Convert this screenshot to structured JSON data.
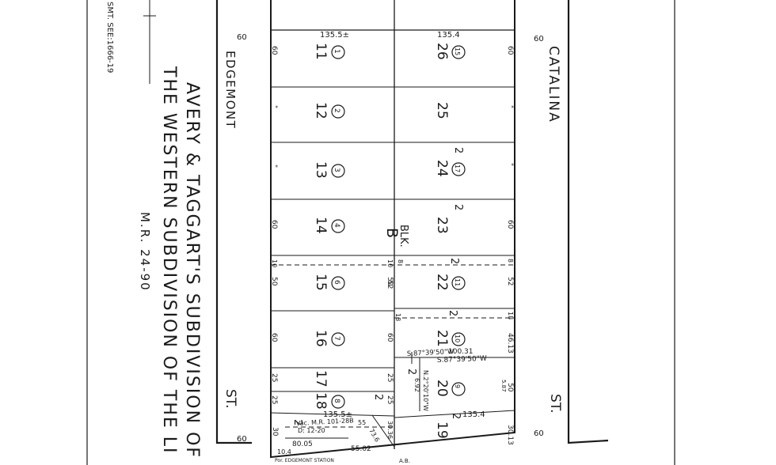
{
  "map": {
    "map_reference": "SMT. SEE:1666-19",
    "title_line_1": "AVERY & TAGGART'S SUBDIVISION OF",
    "title_line_2": "THE WESTERN SUBDIVISION OF THE LI",
    "tract_ref": "M.R. 24-90",
    "block_label": "BLK.",
    "block_letter": "B",
    "streets": {
      "edgemont": "EDGEMONT",
      "st_left": "ST.",
      "catalina": "CATALINA",
      "st_right": "ST."
    },
    "outer_frontage_left_top": "60",
    "outer_frontage_left_bottom": "60",
    "outer_frontage_right_top": "60",
    "outer_frontage_right_bottom": "60",
    "depth_left_top": "135.5±",
    "depth_right_top": "135.4",
    "depth_left_bottom": "135.5±",
    "depth_right_bottom": "135.4",
    "lots_left": [
      {
        "lot": "11",
        "parcel": "1",
        "front": "60",
        "rear": ""
      },
      {
        "lot": "12",
        "parcel": "2",
        "front": "\"",
        "rear": ""
      },
      {
        "lot": "13",
        "parcel": "3",
        "front": "\"",
        "rear": ""
      },
      {
        "lot": "14",
        "parcel": "4",
        "front": "60",
        "rear": ""
      },
      {
        "lot": "15",
        "parcel": "6",
        "front": "50",
        "rear": "50"
      },
      {
        "lot": "16",
        "parcel": "7",
        "front": "60",
        "rear": "60"
      },
      {
        "lot": "17",
        "parcel": "",
        "front": "25",
        "rear": "25"
      },
      {
        "lot": "18",
        "parcel": "8",
        "front": "25",
        "rear": "25"
      }
    ],
    "lots_right": [
      {
        "lot": "26",
        "parcel": "15",
        "front": "60"
      },
      {
        "lot": "25",
        "parcel": "",
        "front": "\""
      },
      {
        "lot": "24",
        "parcel": "17",
        "front": "\""
      },
      {
        "lot": "23",
        "parcel": "",
        "front": "60"
      },
      {
        "lot": "22",
        "parcel": "11",
        "front": "52"
      },
      {
        "lot": "21",
        "parcel": "10",
        "front": "46.13"
      },
      {
        "lot": "20",
        "parcel": "9",
        "front": "50"
      },
      {
        "lot": "19",
        "parcel": "",
        "front": "30.13"
      }
    ],
    "strip_widths": {
      "left_a": "10",
      "left_b": "10",
      "center_a": "8",
      "right_a": "8",
      "c_left": "10",
      "c_right": "18",
      "c2": "18",
      "c3": "8"
    },
    "center_rear_52": "52",
    "bearings": {
      "b1": "S.87°39'50\"W",
      "b1_len": "100.31",
      "b2": "S.87°39'50\"W",
      "n_bearing": "N.2°20'10\"W",
      "n_len": "6.92",
      "n_small": "5.87"
    },
    "tick_marks": "2",
    "easement": {
      "vac_ref": "Vac. M.R. 101-28B",
      "dist_ref": "D: 12-20",
      "vac_len": "55",
      "dist_1": "80.05",
      "dist_2": "10.4",
      "dist_3": "55.02",
      "dist_4": "73.6",
      "dist_5": "30.36",
      "dist_6": "30",
      "portion": "Por. EDGEMONT STATION",
      "ab": "A.B."
    }
  }
}
